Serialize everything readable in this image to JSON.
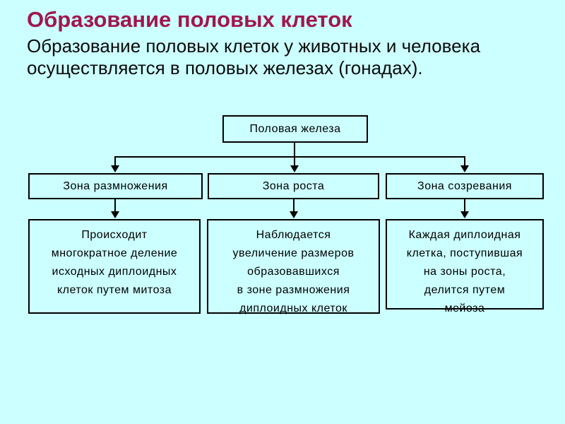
{
  "slide": {
    "background_color": "#CCFFFF",
    "title": {
      "text": "Образование половых клеток",
      "color": "#A0174D"
    },
    "subtitle": "Образование половых клеток у животных и человека\nосуществляется в половых железах (гонадах)."
  },
  "diagram": {
    "root_label": "Половая железа",
    "zones": [
      {
        "label": "Зона размножения",
        "description": "Происходит\nмногократное деление\nисходных диплоидных\nклеток путем митоза"
      },
      {
        "label": "Зона роста",
        "description": "Наблюдается\nувеличение размеров\nобразовавшихся\nв зоне размножения\nдиплоидных клеток"
      },
      {
        "label": "Зона созревания",
        "description": "Каждая диплоидная\nклетка, поступившая\nна зоны роста,\nделится путем\nмейоза"
      }
    ]
  }
}
